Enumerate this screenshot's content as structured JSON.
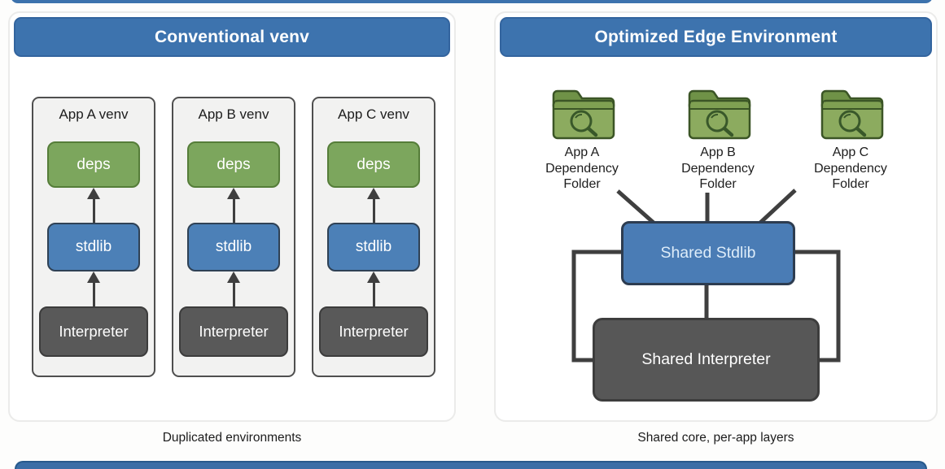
{
  "diagram": {
    "left_panel": {
      "title": "Conventional venv",
      "caption": "Duplicated environments",
      "columns": [
        {
          "title": "App A venv",
          "deps": "deps",
          "stdlib": "stdlib",
          "interpreter": "Interpreter"
        },
        {
          "title": "App B venv",
          "deps": "deps",
          "stdlib": "stdlib",
          "interpreter": "Interpreter"
        },
        {
          "title": "App C venv",
          "deps": "deps",
          "stdlib": "stdlib",
          "interpreter": "Interpreter"
        }
      ]
    },
    "right_panel": {
      "title": "Optimized Edge Environment",
      "caption": "Shared core, per-app layers",
      "folders": [
        {
          "icon": "folder-search-icon",
          "lines": [
            "App A",
            "Dependency",
            "Folder"
          ]
        },
        {
          "icon": "folder-search-icon",
          "lines": [
            "App B",
            "Dependency",
            "Folder"
          ]
        },
        {
          "icon": "folder-search-icon",
          "lines": [
            "App C",
            "Dependency",
            "Folder"
          ]
        }
      ],
      "shared_stdlib": "Shared Stdlib",
      "shared_interpreter": "Shared Interpreter"
    },
    "colors": {
      "header_blue": "#3d73ae",
      "stdlib_blue": "#4c80b7",
      "deps_green": "#7ca65d",
      "interpreter_gray": "#595959",
      "connector_gray": "#3f3f3f",
      "folder_green": "#8cab5f",
      "edge_bar_blue": "#3a6da6"
    }
  }
}
